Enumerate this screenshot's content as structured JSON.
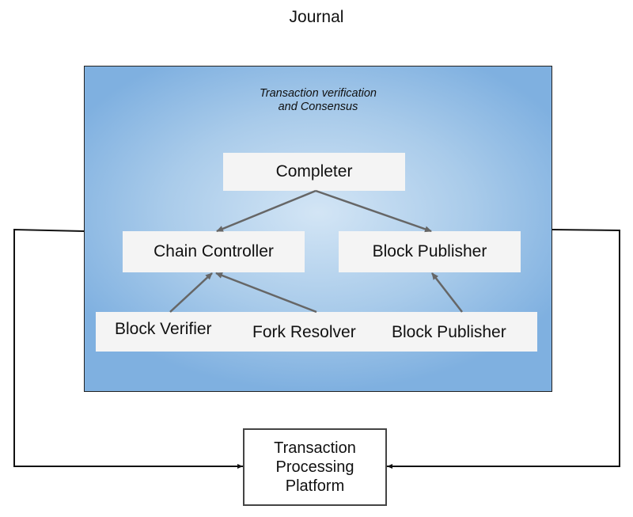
{
  "title": "Journal",
  "panel": {
    "caption_line1": "Transaction verification",
    "caption_line2": "and Consensus",
    "background_color": "#a9cbea"
  },
  "nodes": {
    "completer": "Completer",
    "chain_controller": "Chain Controller",
    "block_publisher_top": "Block Publisher",
    "block_verifier": "Block Verifier",
    "fork_resolver": "Fork Resolver",
    "block_publisher_bottom": "Block Publisher"
  },
  "platform": {
    "line1": "Transaction",
    "line2": "Processing",
    "line3": "Platform"
  },
  "edges": [
    {
      "from": "completer",
      "to": "chain_controller"
    },
    {
      "from": "completer",
      "to": "block_publisher_top"
    },
    {
      "from": "block_verifier",
      "to": "chain_controller"
    },
    {
      "from": "fork_resolver",
      "to": "chain_controller"
    },
    {
      "from": "block_publisher_bottom",
      "to": "block_publisher_top"
    },
    {
      "from": "journal_panel",
      "to": "transaction_processing_platform",
      "side": "left"
    },
    {
      "from": "journal_panel",
      "to": "transaction_processing_platform",
      "side": "right"
    }
  ],
  "colors": {
    "arrow": "#666666",
    "connector": "#111111",
    "node_fill": "#f4f4f4"
  }
}
